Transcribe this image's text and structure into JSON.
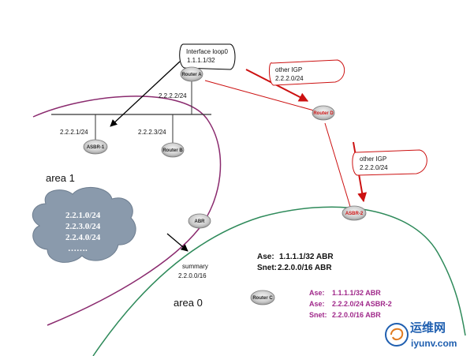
{
  "routers": {
    "router_a": "Router A",
    "router_d": "Router D",
    "asbr_1": "ASBR-1",
    "router_b": "Router B",
    "abr": "ABR",
    "asbr_2": "ASBR-2",
    "router_c": "Router C"
  },
  "labels": {
    "interface_loop": "Interface loop0",
    "loop_ip": "1.1.1.1/32",
    "other_igp_1": "other IGP",
    "other_igp_1_net": "2.2.2.0/24",
    "other_igp_2": "other IGP",
    "other_igp_2_net": "2.2.2.0/24",
    "link_a": "2.2.2.2/24",
    "link_asbr1": "2.2.2.1/24",
    "link_b": "2.2.2.3/24",
    "area1": "area 1",
    "area0": "area 0",
    "summary": "summary",
    "summary_net": "2.2.0.0/16"
  },
  "cloud": {
    "lines": [
      "2.2.1.0/24",
      "2.2.3.0/24",
      "2.2.4.0/24",
      "……."
    ]
  },
  "lsa_black": [
    {
      "type": "Ase:",
      "value": "1.1.1.1/32  ABR"
    },
    {
      "type": "Snet:",
      "value": "2.2.0.0/16  ABR"
    }
  ],
  "lsa_pink": [
    {
      "type": "Ase:",
      "value": "1.1.1.1/32  ABR"
    },
    {
      "type": "Ase:",
      "value": "2.2.2.0/24  ASBR-2"
    },
    {
      "type": "Snet:",
      "value": "2.2.0.0/16  ABR"
    }
  ],
  "watermark": {
    "name": "运维网",
    "domain": "iyunv.com"
  },
  "colors": {
    "red": "#cc1111",
    "area1_curve": "#8a2a6e",
    "area0_curve": "#2e8a5a",
    "pink_text": "#a0288a",
    "cloud": "#8a9aac",
    "logo": "#1f5fb0"
  }
}
